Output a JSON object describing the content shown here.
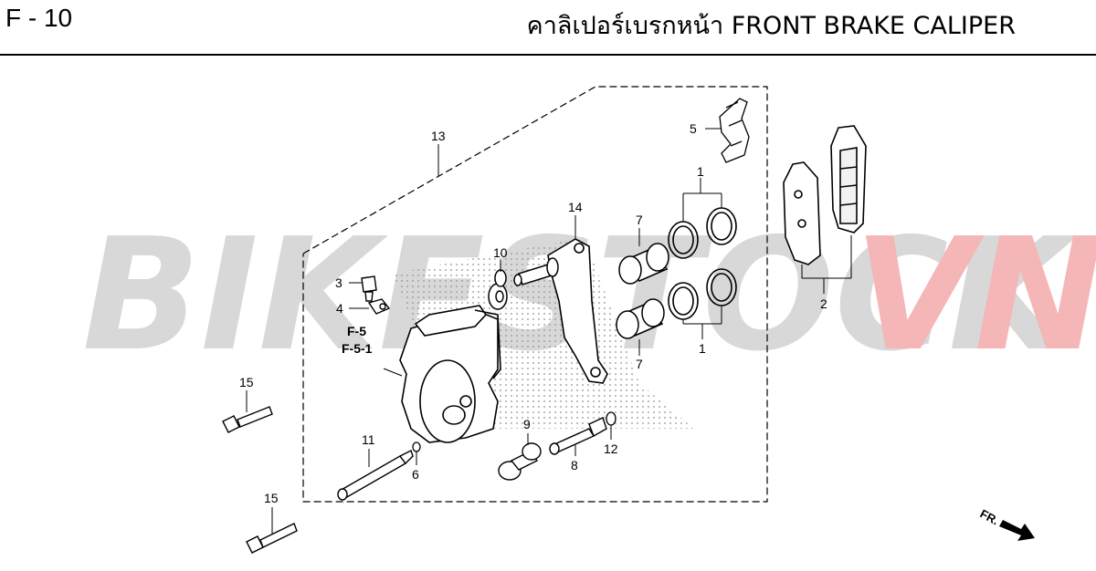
{
  "header": {
    "page_code": "F - 10",
    "title": "คาลิเปอร์เบรกหน้า  FRONT BRAKE CALIPER"
  },
  "watermark": {
    "part1": "BIKESTOCK",
    "part2": "VN",
    "color1": "#d8d8d8",
    "color2": "#f4b6b6"
  },
  "callouts": {
    "c1a": "1",
    "c1b": "1",
    "c2": "2",
    "c3": "3",
    "c4": "4",
    "c5": "5",
    "c6": "6",
    "c7a": "7",
    "c7b": "7",
    "c8": "8",
    "c9": "9",
    "c10": "10",
    "c11": "11",
    "c12": "12",
    "c13": "13",
    "c14": "14",
    "c15a": "15",
    "c15b": "15"
  },
  "refs": {
    "r1": "F-5",
    "r2": "F-5-1"
  },
  "direction_label": "FR."
}
